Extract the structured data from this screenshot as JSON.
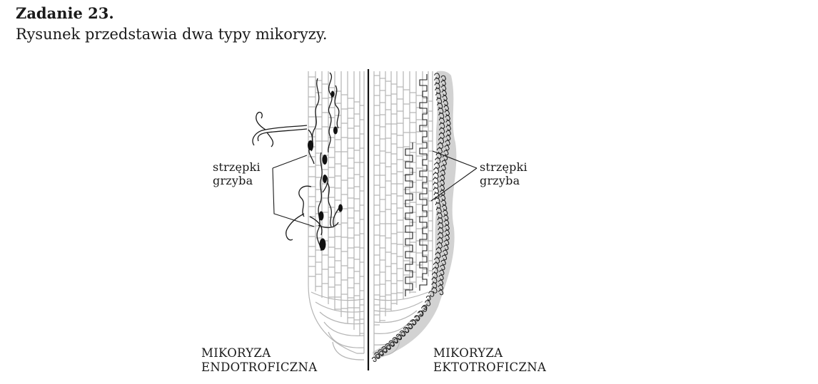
{
  "header": {
    "task_title": "Zadanie 23.",
    "description": "Rysunek przedstawia dwa typy mikoryzy."
  },
  "diagram": {
    "left_panel": {
      "label_line1": "strzępki",
      "label_line2": "grzyba",
      "caption_line1": "MIKORYZA",
      "caption_line2": "ENDOTROFICZNA"
    },
    "right_panel": {
      "label_line1": "strzępki",
      "label_line2": "grzyba",
      "caption_line1": "MIKORYZA",
      "caption_line2": "EKTOTROFICZNA"
    },
    "colors": {
      "cell_wall": "#b5b5b5",
      "hypha": "#1a1a1a",
      "mantle": "#d2d2d2",
      "divider": "#111111"
    }
  }
}
